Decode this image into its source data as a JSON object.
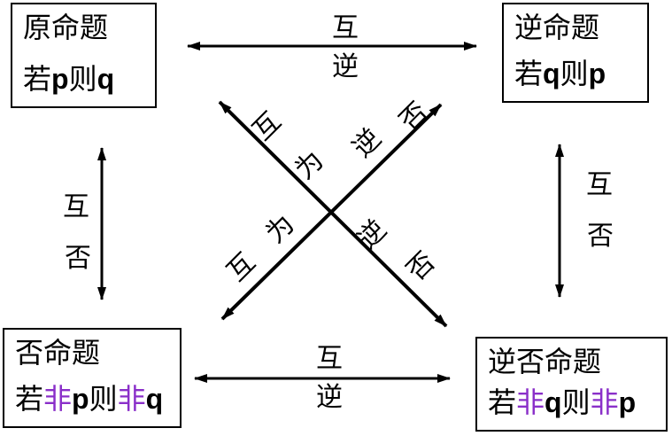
{
  "colors": {
    "background": "#ffffff",
    "text": "#000000",
    "purple": "#8a2fc9",
    "box_border": "#000000",
    "arrow": "#000000"
  },
  "boxes": {
    "original": {
      "title": "原命题",
      "statement": [
        {
          "t": "若"
        },
        {
          "t": "p",
          "b": true
        },
        {
          "t": "则"
        },
        {
          "t": "q",
          "b": true
        }
      ]
    },
    "converse": {
      "title": "逆命题",
      "statement": [
        {
          "t": "若"
        },
        {
          "t": "q",
          "b": true
        },
        {
          "t": "则"
        },
        {
          "t": "p",
          "b": true
        }
      ]
    },
    "inverse": {
      "title": "否命题",
      "statement": [
        {
          "t": "若"
        },
        {
          "t": "非",
          "c": "purple"
        },
        {
          "t": "p",
          "b": true
        },
        {
          "t": "则"
        },
        {
          "t": "非",
          "c": "purple"
        },
        {
          "t": "q",
          "b": true
        }
      ]
    },
    "contrapositive": {
      "title": "逆否命题",
      "statement": [
        {
          "t": "若"
        },
        {
          "t": "非",
          "c": "purple"
        },
        {
          "t": "q",
          "b": true
        },
        {
          "t": "则"
        },
        {
          "t": "非",
          "c": "purple"
        },
        {
          "t": "p",
          "b": true
        }
      ]
    }
  },
  "relations": {
    "top": {
      "line1": "互",
      "line2": "逆"
    },
    "bottom": {
      "line1": "互",
      "line2": "逆"
    },
    "left": {
      "line1": "互",
      "line2": "否"
    },
    "right": {
      "line1": "互",
      "line2": "否"
    },
    "diagonal_down": [
      "互",
      "为",
      "逆",
      "否"
    ],
    "diagonal_up": [
      "互",
      "为",
      "逆",
      "否"
    ]
  }
}
